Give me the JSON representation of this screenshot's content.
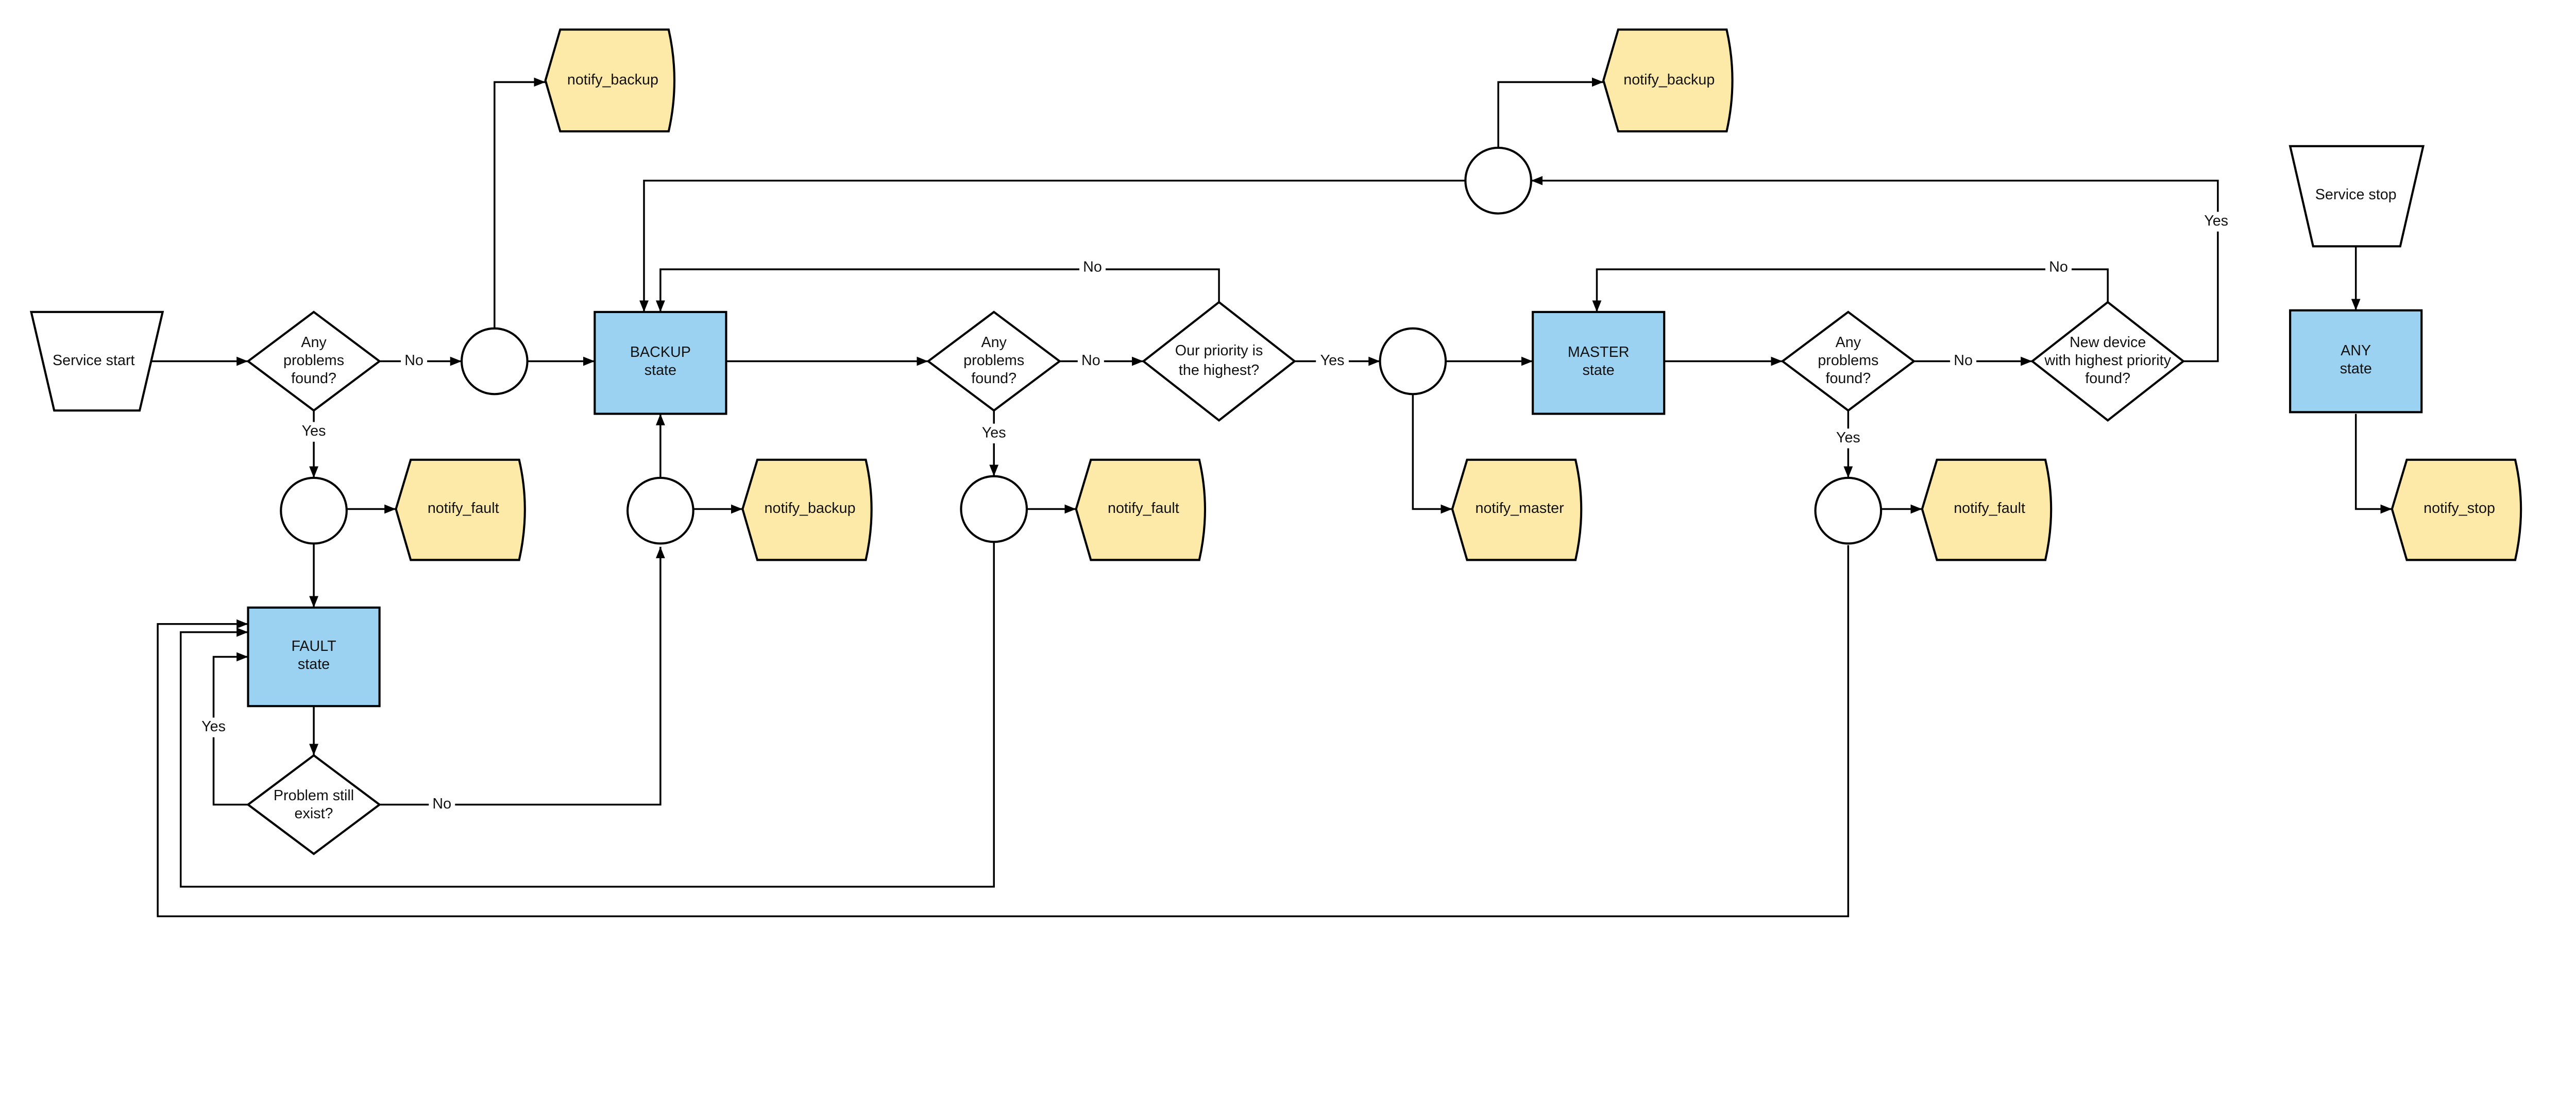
{
  "colors": {
    "state": "#9bd1f1",
    "notify": "#feeaa8",
    "line": "#000000"
  },
  "nodes": {
    "service_start": "Service start",
    "service_stop": "Service stop",
    "any_problems": [
      "Any",
      "problems",
      "found?"
    ],
    "problem_still_exist": [
      "Problem still",
      "exist?"
    ],
    "our_priority": [
      "Our priority is",
      "the highest?"
    ],
    "new_device": [
      "New device",
      "with highest priority",
      "found?"
    ],
    "backup_state": [
      "BACKUP",
      "state"
    ],
    "fault_state": [
      "FAULT",
      "state"
    ],
    "master_state": [
      "MASTER",
      "state"
    ],
    "any_state": [
      "ANY",
      "state"
    ],
    "notify_backup": "notify_backup",
    "notify_fault": "notify_fault",
    "notify_master": "notify_master",
    "notify_stop": "notify_stop"
  },
  "edge_labels": {
    "yes": "Yes",
    "no": "No"
  }
}
